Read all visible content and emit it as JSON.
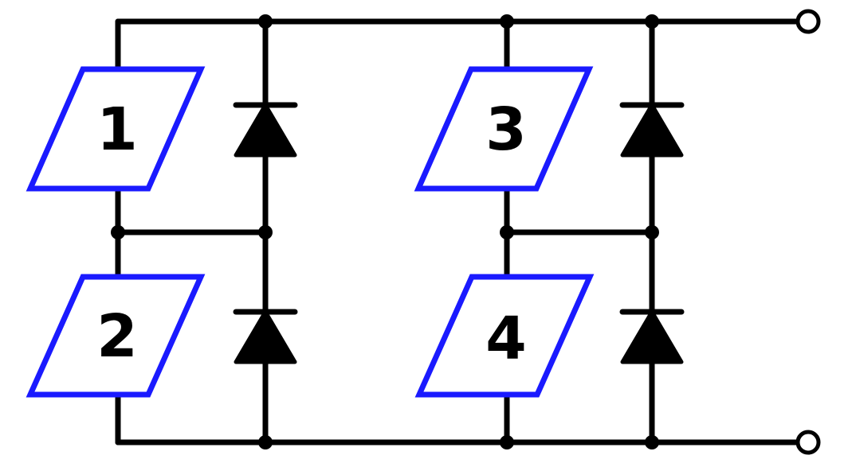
{
  "diagram": {
    "colors": {
      "wire": "#000000",
      "switch_outline": "#1a1aff",
      "background": "#ffffff"
    },
    "switches": [
      {
        "id": "s1",
        "label": "1"
      },
      {
        "id": "s2",
        "label": "2"
      },
      {
        "id": "s3",
        "label": "3"
      },
      {
        "id": "s4",
        "label": "4"
      }
    ],
    "diodes": [
      "d1",
      "d2",
      "d3",
      "d4"
    ],
    "terminals": [
      "top-terminal",
      "bottom-terminal"
    ]
  }
}
